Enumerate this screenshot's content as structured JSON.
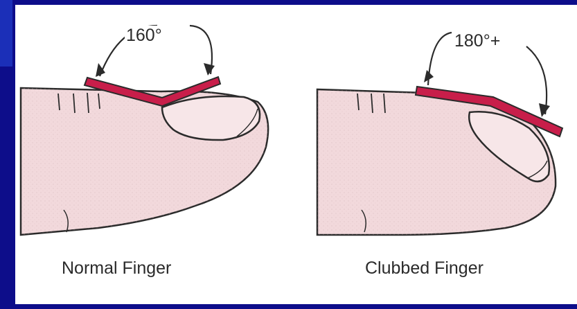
{
  "panels": [
    {
      "angle_label": "160°",
      "caption": "Normal Finger"
    },
    {
      "angle_label": "180°+",
      "caption": "Clubbed Finger"
    }
  ],
  "colors": {
    "background": "#0d0d8a",
    "panel": "#ffffff",
    "skin": "#f2d9dc",
    "outline": "#2b2b2b",
    "angle_bar": "#c81e4a"
  }
}
